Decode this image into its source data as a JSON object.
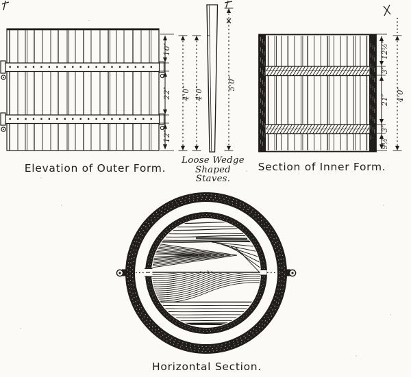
{
  "drawing": {
    "ink_color": "#201d1a",
    "paper_color": "#fbfaf6",
    "outer_form": {
      "caption": "Elevation of Outer Form.",
      "dim_top": "10″",
      "dim_middle": "22″",
      "dim_bottom": "12″",
      "dim_overall": "4'0″"
    },
    "wedge_staves": {
      "caption_line1": "Loose Wedge",
      "caption_line2": "Shaped",
      "caption_line3": "Staves.",
      "dim_form_height": "4'0″",
      "dim_stave_length": "5'0″"
    },
    "inner_form": {
      "caption": "Section of Inner Form.",
      "dim_top": "12½″",
      "dim_band_top": "3″",
      "dim_middle": "21″",
      "dim_band_bottom": "3″",
      "dim_bottom": "9½″",
      "dim_overall": "4'0″"
    },
    "horizontal_section": {
      "caption": "Horizontal Section."
    }
  }
}
